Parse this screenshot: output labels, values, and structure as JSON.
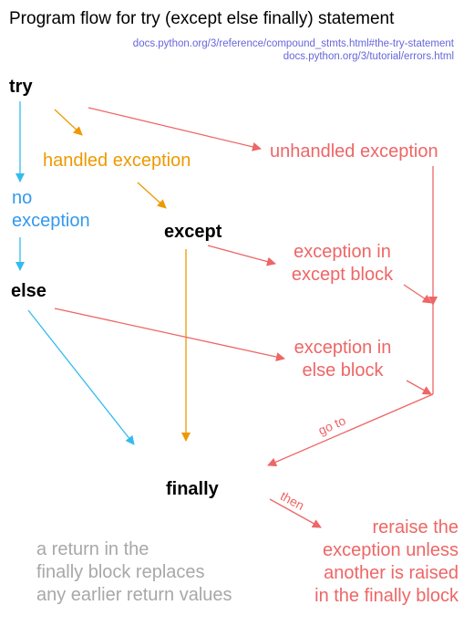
{
  "title": "Program flow for try (except else finally) statement",
  "links": [
    "docs.python.org/3/reference/compound_stmts.html#the-try-statement",
    "docs.python.org/3/tutorial/errors.html"
  ],
  "nodes": {
    "try": "try",
    "handled_exception": "handled exception",
    "unhandled_exception": "unhandled exception",
    "no_exception": [
      "no",
      "exception"
    ],
    "except": "except",
    "exception_in_except_block": [
      "exception in",
      "except block"
    ],
    "else": "else",
    "exception_in_else_block": [
      "exception in",
      "else block"
    ],
    "finally": "finally",
    "reraise": [
      "reraise the",
      "exception unless",
      "another is raised",
      "in the finally block"
    ]
  },
  "edge_labels": {
    "goto": "go to",
    "then": "then"
  },
  "note": [
    "a return in the",
    "finally block replaces",
    "any earlier return values"
  ],
  "colors": {
    "blue": "#33bbee",
    "orange": "#ee9900",
    "red": "#ee6666",
    "gray": "#a8a8a8",
    "link": "#6666dd"
  }
}
